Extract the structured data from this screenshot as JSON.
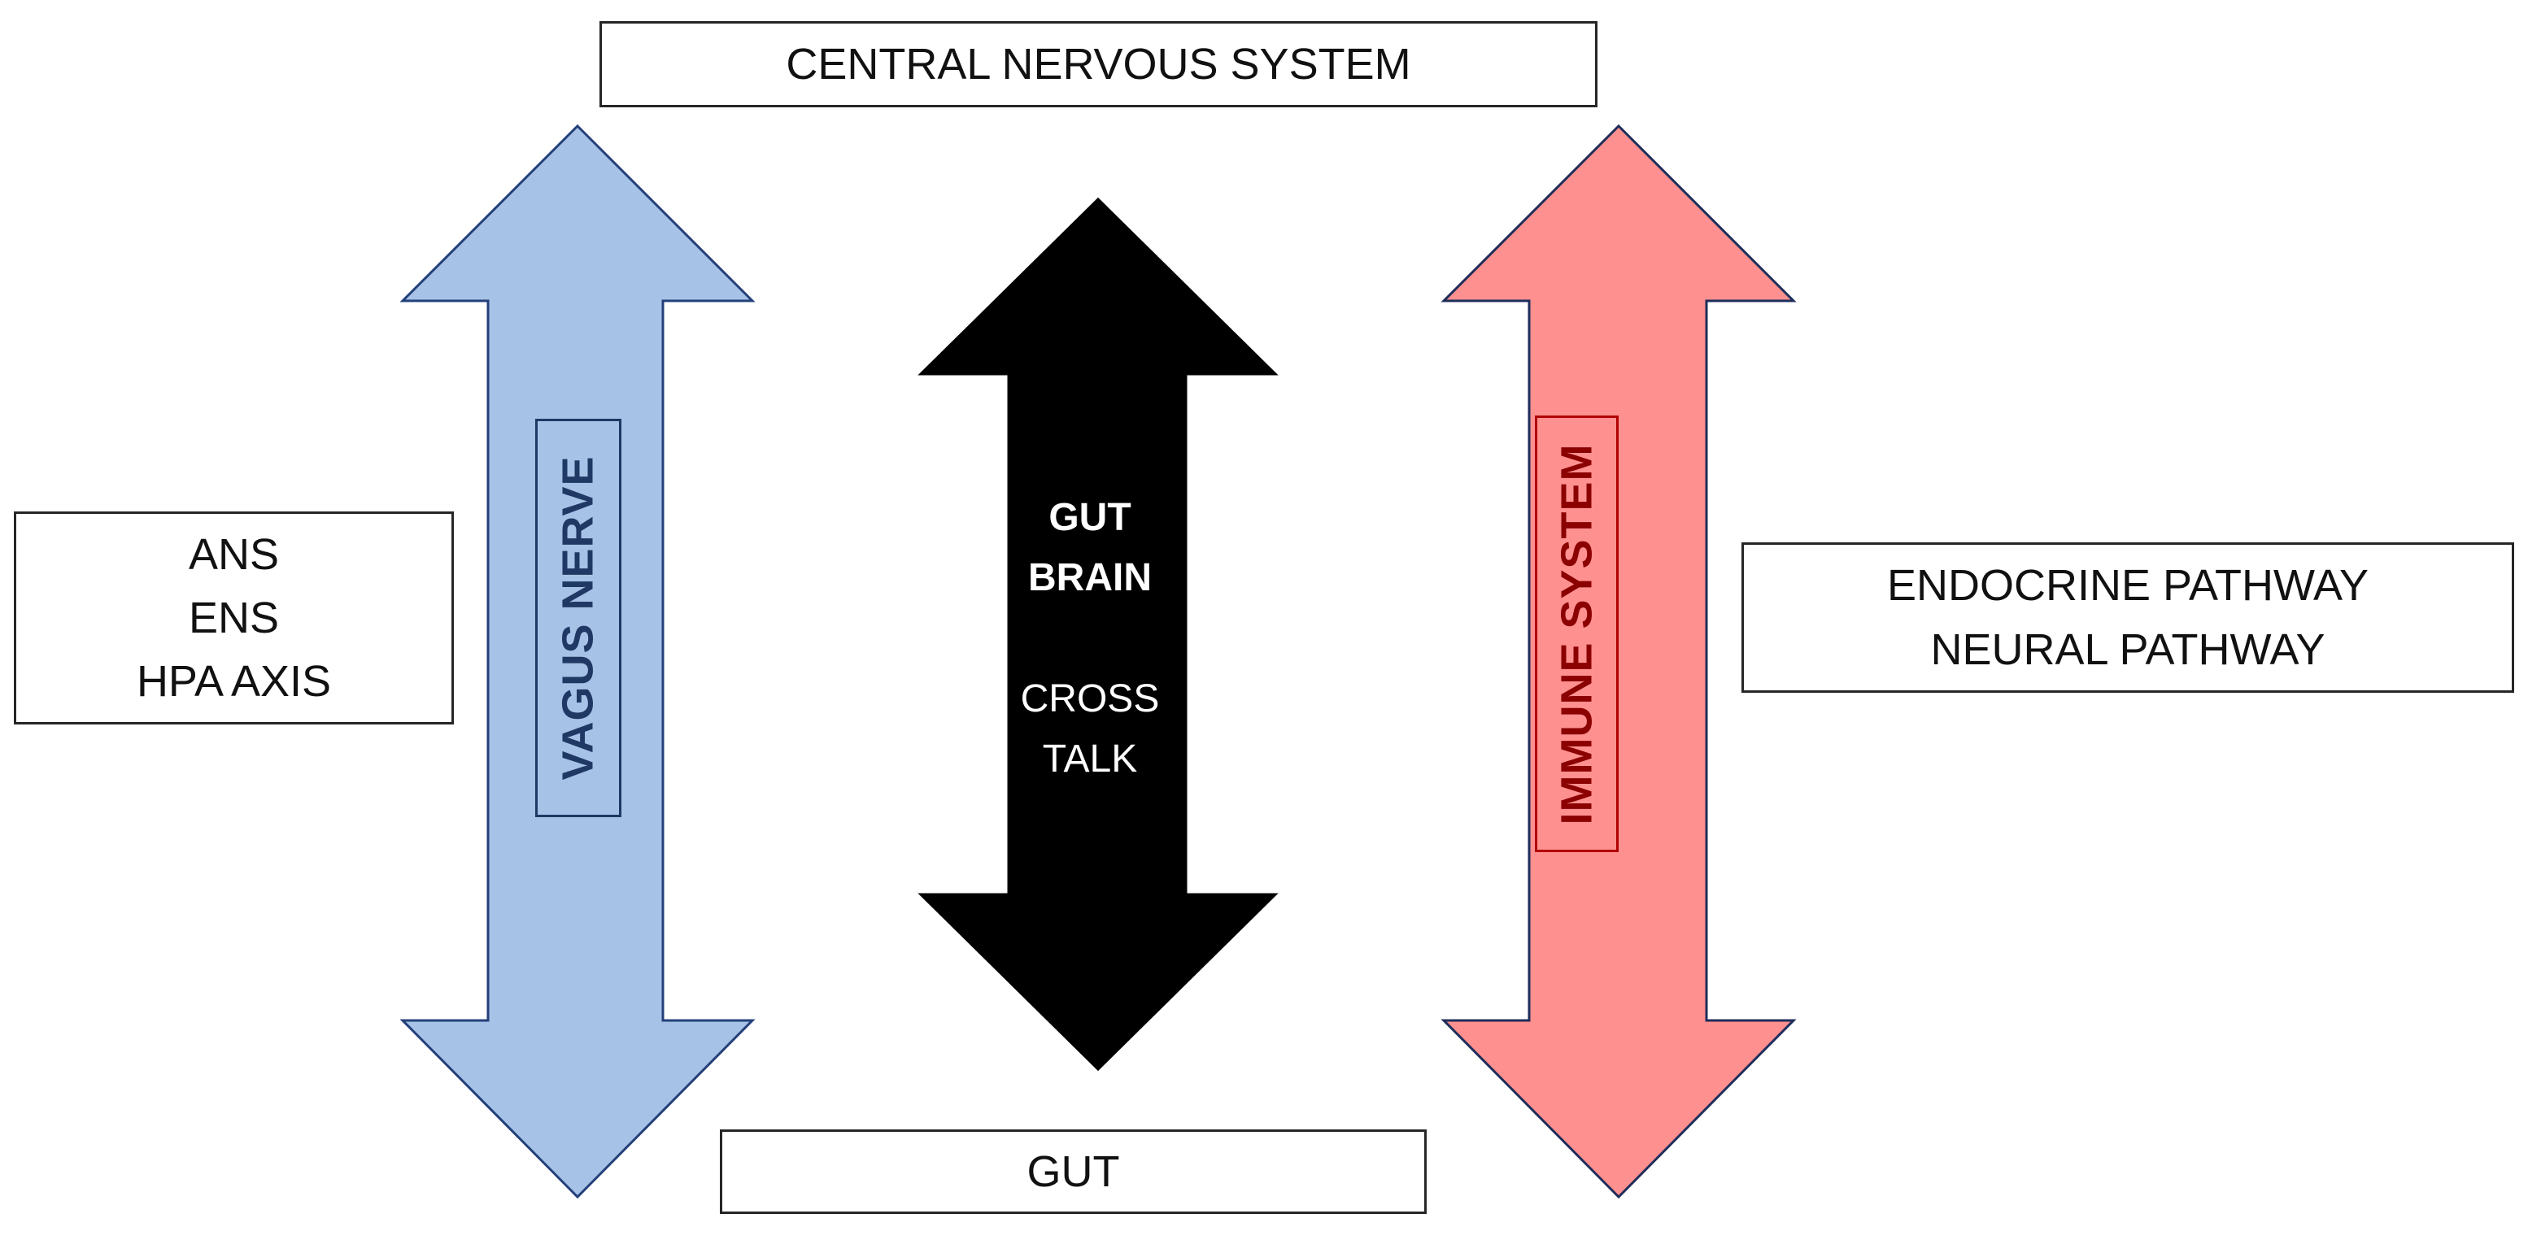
{
  "top_box": {
    "label": "CENTRAL NERVOUS SYSTEM"
  },
  "bottom_box": {
    "label": "GUT"
  },
  "left_box": {
    "lines": [
      "ANS",
      "ENS",
      "HPA AXIS"
    ]
  },
  "right_box": {
    "lines": [
      "ENDOCRINE PATHWAY",
      "NEURAL PATHWAY"
    ]
  },
  "arrows": {
    "left": {
      "label": "VAGUS NERVE",
      "fill": "#a6c2e6",
      "label_color": "#1f3864"
    },
    "center": {
      "line1": "GUT",
      "line2": "BRAIN",
      "line3": "CROSS",
      "line4": "TALK",
      "fill": "#000000"
    },
    "right": {
      "label": "IMMUNE SYSTEM",
      "fill": "#ff9090",
      "label_color": "#8b0000"
    }
  }
}
